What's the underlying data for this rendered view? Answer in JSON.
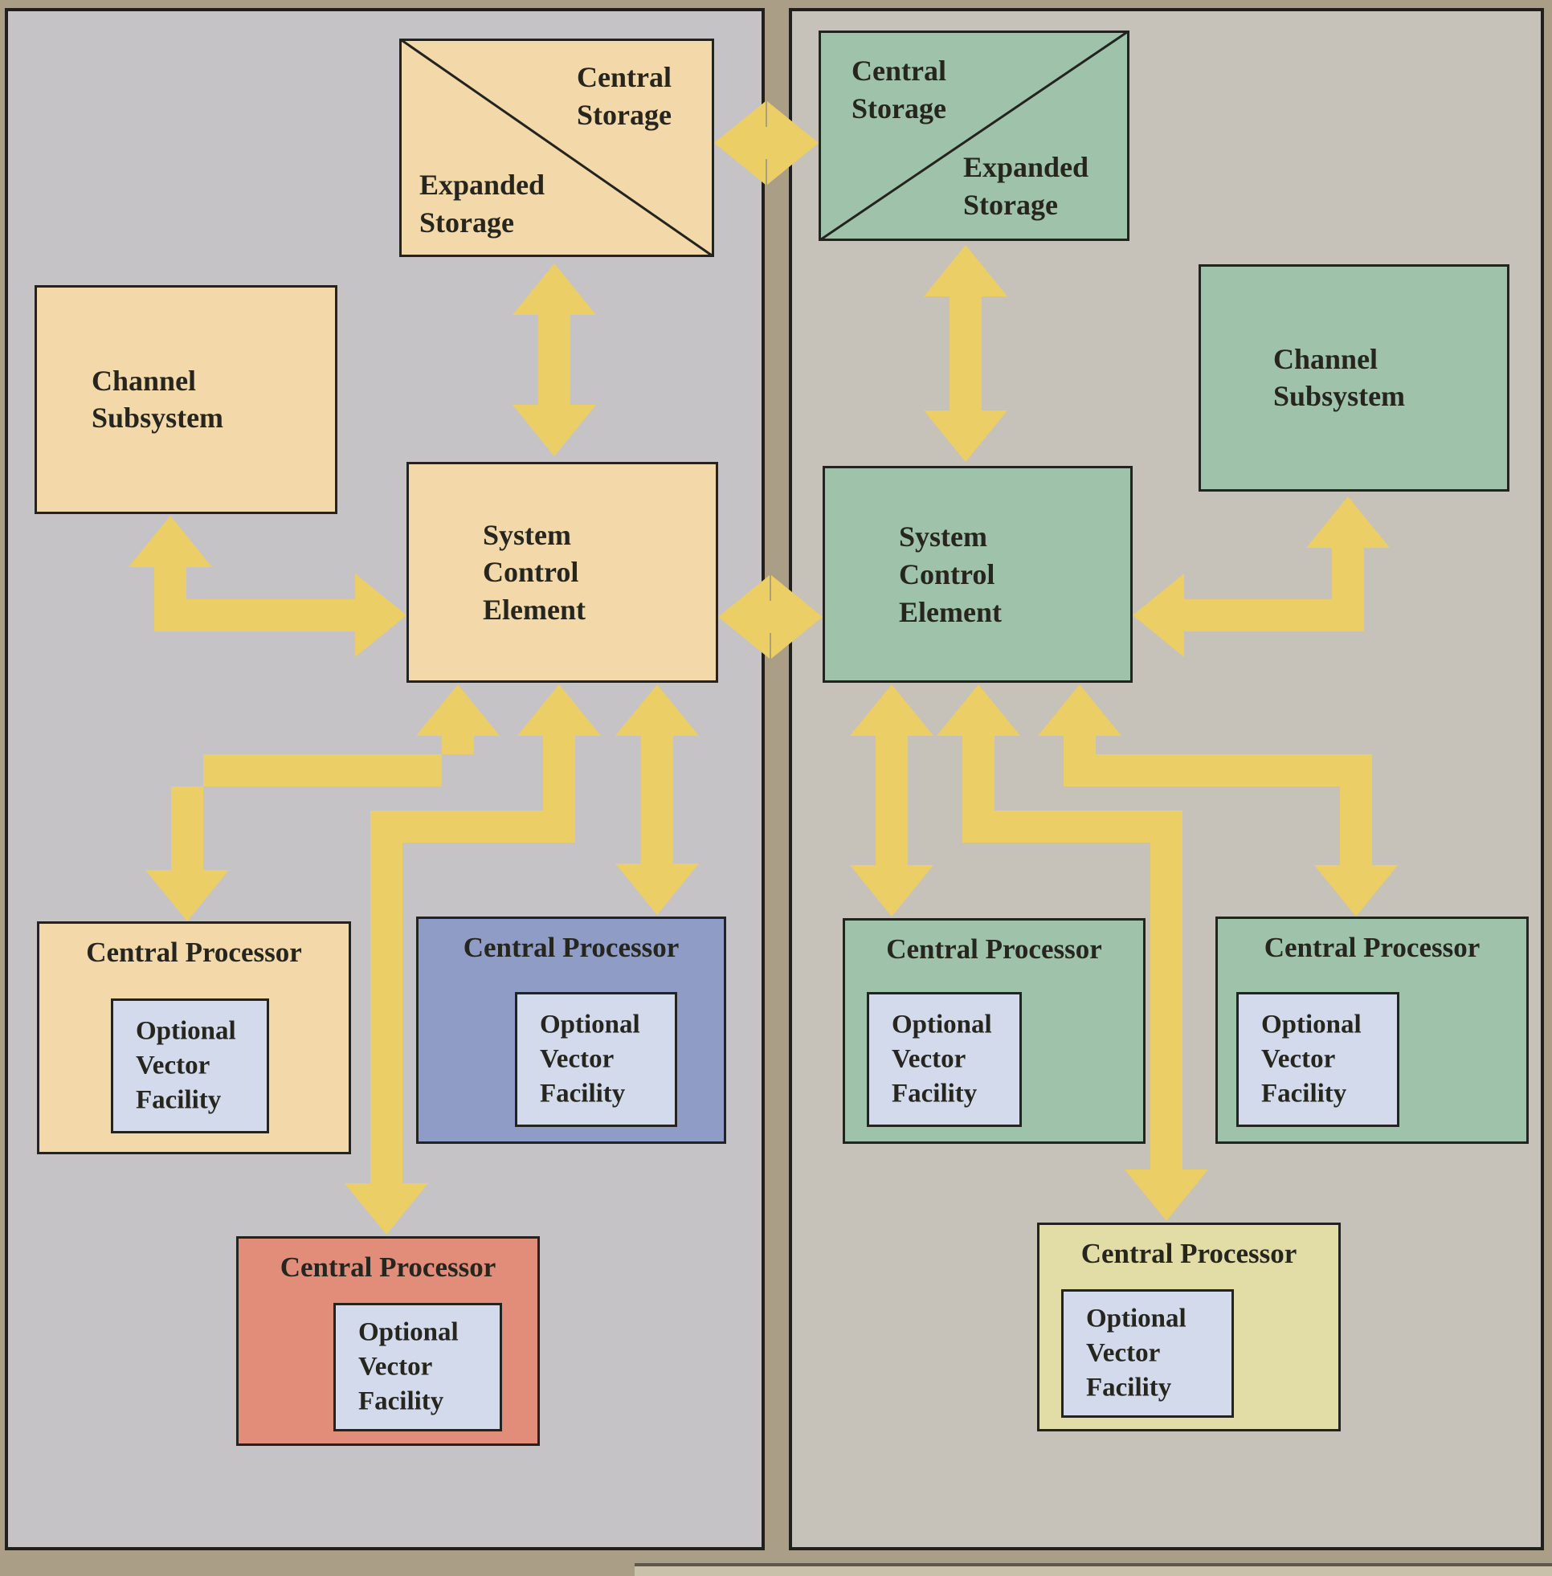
{
  "colors": {
    "arrow": "#ecce66",
    "left_accent": "#f3d9aa",
    "right_accent": "#9fc3aa",
    "blue_processor": "#8e9cc6",
    "red_processor": "#e28d7a",
    "yellow_processor": "#e2dda6",
    "vector_box": "#d2daec",
    "left_panel_bg": "#c6c3c6",
    "right_panel_bg": "#c6c1b9",
    "outer_bg": "#ab9e86"
  },
  "left_panel": {
    "storage": {
      "central": "Central Storage",
      "expanded": "Expanded Storage"
    },
    "channel": {
      "label": "Channel Subsystem"
    },
    "sce": {
      "label": "System Control Element"
    },
    "processors": [
      {
        "label": "Central Processor",
        "vector": "Optional Vector Facility"
      },
      {
        "label": "Central Processor",
        "vector": "Optional Vector Facility"
      },
      {
        "label": "Central Processor",
        "vector": "Optional Vector Facility"
      }
    ]
  },
  "right_panel": {
    "storage": {
      "central": "Central Storage",
      "expanded": "Expanded Storage"
    },
    "channel": {
      "label": "Channel Subsystem"
    },
    "sce": {
      "label": "System Control Element"
    },
    "processors": [
      {
        "label": "Central Processor",
        "vector": "Optional Vector Facility"
      },
      {
        "label": "Central Processor",
        "vector": "Optional Vector Facility"
      },
      {
        "label": "Central Processor",
        "vector": "Optional Vector Facility"
      }
    ]
  }
}
